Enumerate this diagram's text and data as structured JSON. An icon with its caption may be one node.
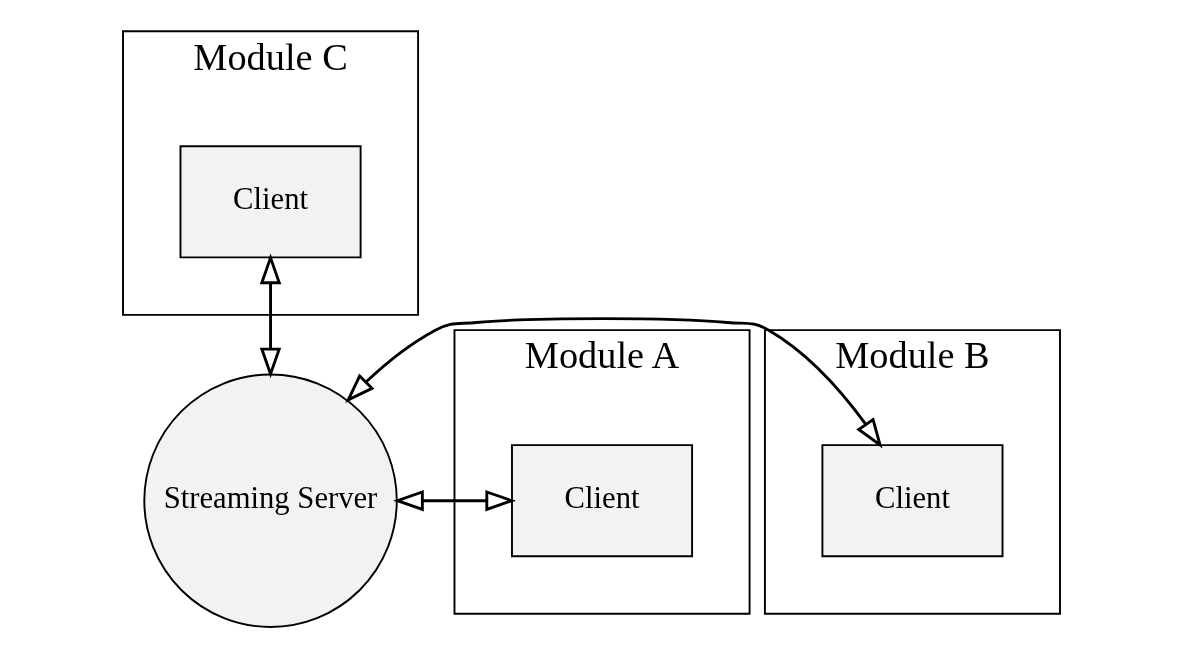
{
  "diagram": {
    "nodes": [
      {
        "text": [
          "Module C"
        ]
      },
      {
        "text": [
          "Client"
        ],
        "in": 0
      },
      {
        "text": [
          "Module A"
        ]
      },
      {
        "text": [
          "Client"
        ],
        "in": 2
      },
      {
        "text": [
          "Streaming Server"
        ]
      },
      {
        "text": [
          "Module B"
        ]
      },
      {
        "text": [
          "Client"
        ],
        "in": 5
      }
    ],
    "edges": [
      {
        "from": 1,
        "to": 4,
        "arrow": "both"
      },
      {
        "from": 3,
        "to": 4,
        "arrow": "both"
      },
      {
        "from": 4,
        "to": 6,
        "arrow": "both"
      }
    ]
  }
}
